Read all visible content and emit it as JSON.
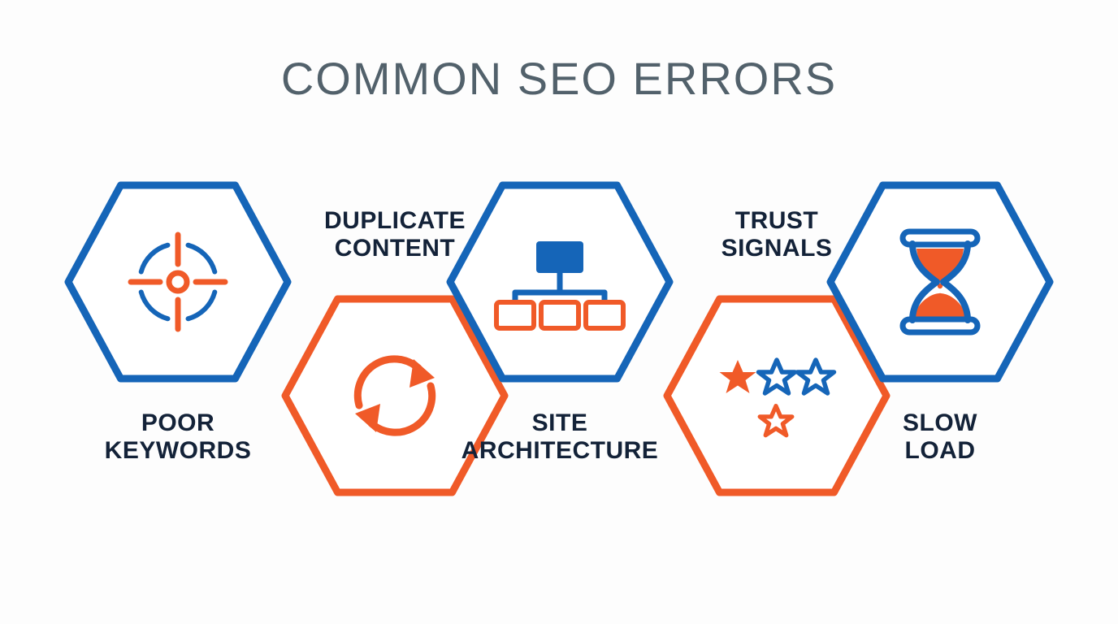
{
  "page": {
    "title": "COMMON SEO ERRORS",
    "background_color": "#fdfdfd"
  },
  "colors": {
    "blue": "#1565B8",
    "orange": "#F05A28",
    "title_gray": "#52616B",
    "label_navy": "#132238",
    "white": "#FFFFFF"
  },
  "nodes": [
    {
      "id": "poor-keywords",
      "label": "POOR\nKEYWORDS",
      "icon": "crosshair-target-icon",
      "hex_color": "#1565B8",
      "position": "top-row",
      "label_position": "below"
    },
    {
      "id": "duplicate-content",
      "label": "DUPLICATE\nCONTENT",
      "icon": "refresh-cycle-icon",
      "hex_color": "#F05A28",
      "position": "bottom-row",
      "label_position": "above"
    },
    {
      "id": "site-architecture",
      "label": "SITE\nARCHITECTURE",
      "icon": "sitemap-hierarchy-icon",
      "hex_color": "#1565B8",
      "position": "top-row",
      "label_position": "below"
    },
    {
      "id": "trust-signals",
      "label": "TRUST\nSIGNALS",
      "icon": "star-rating-icon",
      "hex_color": "#F05A28",
      "position": "bottom-row",
      "label_position": "above"
    },
    {
      "id": "slow-load",
      "label": "SLOW\nLOAD",
      "icon": "hourglass-icon",
      "hex_color": "#1565B8",
      "position": "top-row",
      "label_position": "below"
    }
  ]
}
